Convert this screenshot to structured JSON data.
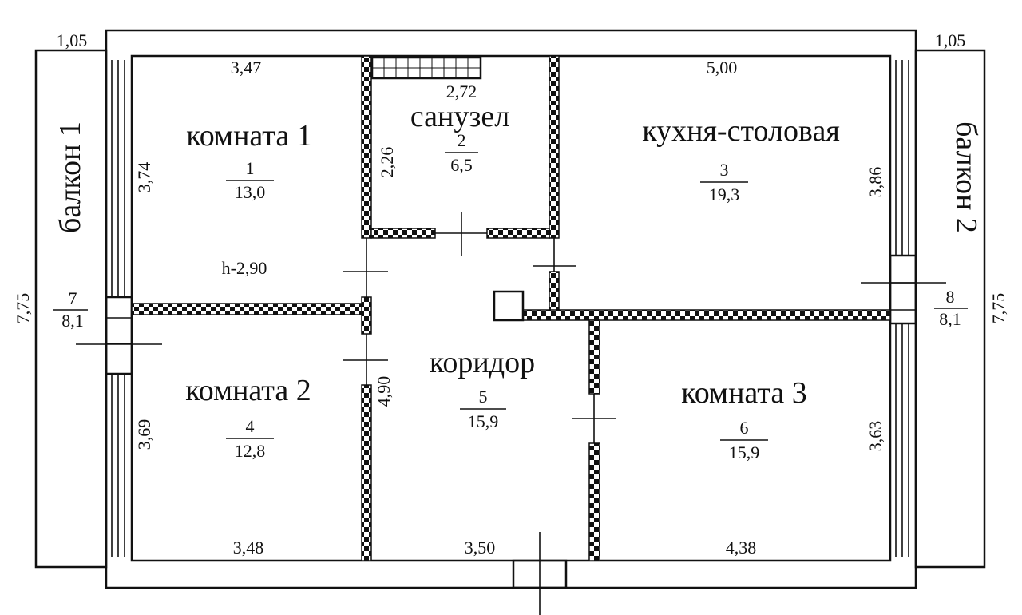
{
  "rooms": [
    {
      "id": "room1",
      "name": "комната 1",
      "number": "1",
      "area": "13,0"
    },
    {
      "id": "bathroom",
      "name": "санузел",
      "number": "2",
      "area": "6,5"
    },
    {
      "id": "kitchen",
      "name": "кухня-столовая",
      "number": "3",
      "area": "19,3"
    },
    {
      "id": "room2",
      "name": "комната 2",
      "number": "4",
      "area": "12,8"
    },
    {
      "id": "corridor",
      "name": "коридор",
      "number": "5",
      "area": "15,9"
    },
    {
      "id": "room3",
      "name": "комната 3",
      "number": "6",
      "area": "15,9"
    }
  ],
  "balconies": [
    {
      "id": "balcony1",
      "name": "балкон 1",
      "number": "7",
      "area": "8,1",
      "width": "1,05",
      "length": "7,75"
    },
    {
      "id": "balcony2",
      "name": "балкон 2",
      "number": "8",
      "area": "8,1",
      "width": "1,05",
      "length": "7,75"
    }
  ],
  "dimensions": {
    "room1_width": "3,47",
    "room1_height": "3,74",
    "ceiling_height": "h-2,90",
    "bathroom_width": "2,72",
    "bathroom_height": "2,26",
    "kitchen_width": "5,00",
    "kitchen_height": "3,86",
    "room2_width": "3,48",
    "room2_height": "3,69",
    "corridor_width": "3,50",
    "corridor_height": "4,90",
    "room3_width": "4,38",
    "room3_height": "3,63"
  },
  "colors": {
    "line": "#111111",
    "background": "#ffffff"
  }
}
